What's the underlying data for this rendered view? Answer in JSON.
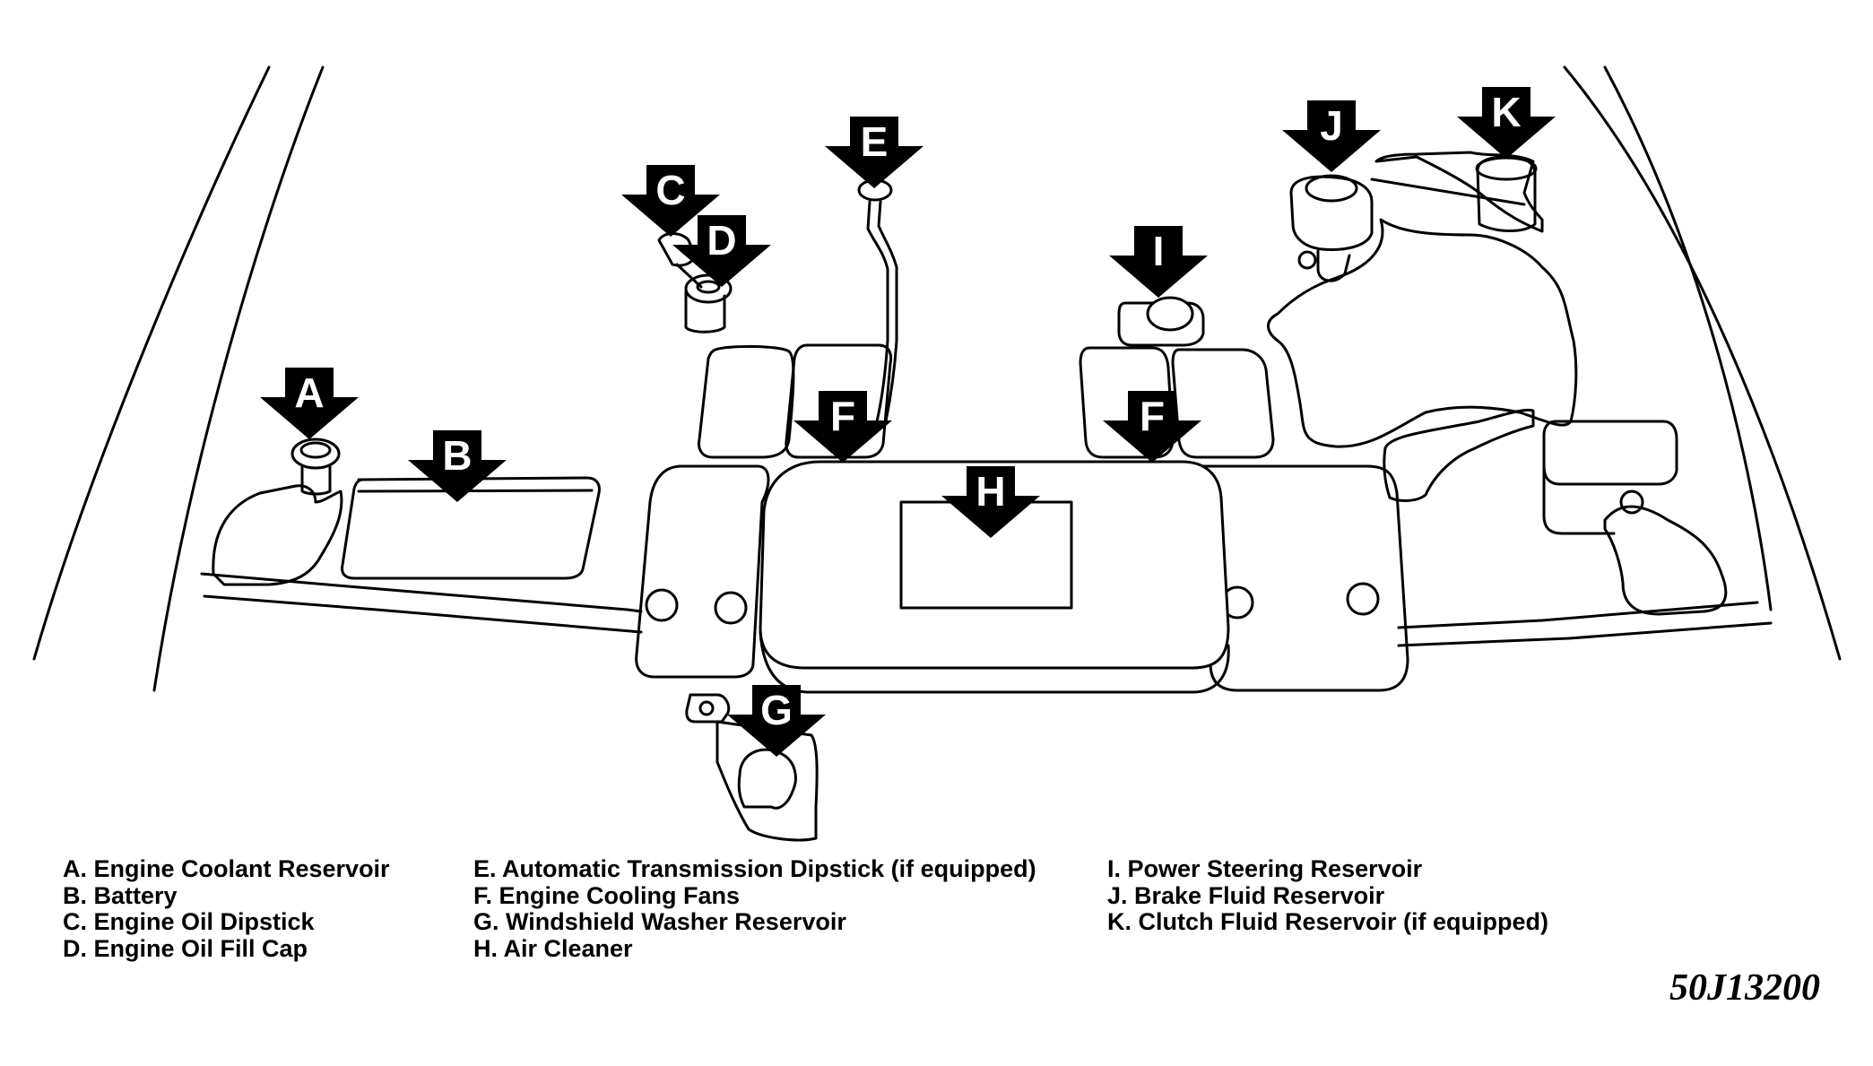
{
  "markers": [
    {
      "id": "A",
      "letter": "A"
    },
    {
      "id": "B",
      "letter": "B"
    },
    {
      "id": "C",
      "letter": "C"
    },
    {
      "id": "D",
      "letter": "D"
    },
    {
      "id": "E",
      "letter": "E"
    },
    {
      "id": "F1",
      "letter": "F"
    },
    {
      "id": "F2",
      "letter": "F"
    },
    {
      "id": "G",
      "letter": "G"
    },
    {
      "id": "H",
      "letter": "H"
    },
    {
      "id": "I",
      "letter": "I"
    },
    {
      "id": "J",
      "letter": "J"
    },
    {
      "id": "K",
      "letter": "K"
    }
  ],
  "legend": {
    "columns": [
      [
        "A. Engine Coolant Reservoir",
        "B. Battery",
        "C. Engine Oil Dipstick",
        "D. Engine Oil Fill Cap"
      ],
      [
        "E. Automatic Transmission Dipstick (if equipped)",
        "F. Engine Cooling Fans",
        "G. Windshield Washer Reservoir",
        "H. Air Cleaner"
      ],
      [
        "I. Power Steering Reservoir",
        "J. Brake Fluid Reservoir",
        "K. Clutch Fluid Reservoir (if equipped)"
      ]
    ]
  },
  "figure_code": "50J13200"
}
